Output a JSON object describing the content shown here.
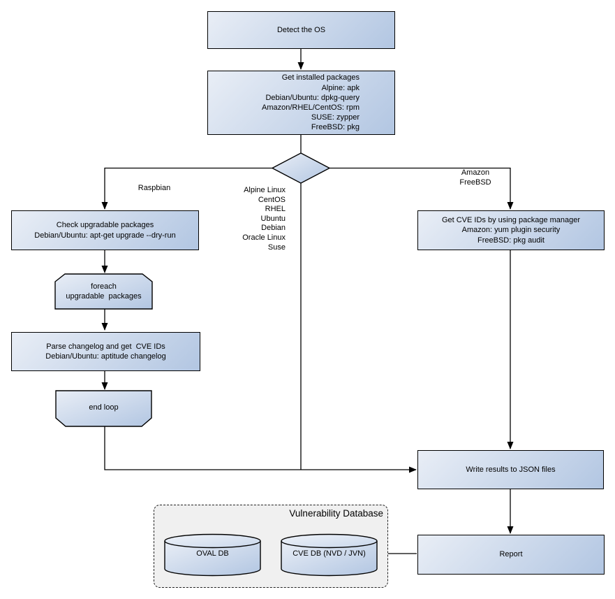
{
  "diagram": {
    "title": "OS package vulnerability scan flowchart",
    "colors": {
      "node_gradient_start": "#e9eef6",
      "node_gradient_end": "#b2c6e2",
      "edge": "#000000",
      "group_fill": "#f0f0f0",
      "background": "#ffffff"
    }
  },
  "nodes": {
    "detect_os": {
      "label": "Detect the OS"
    },
    "get_packages": {
      "lines": [
        "Get installed packages",
        "Alpine: apk",
        "Debian/Ubuntu: dpkg-query",
        "Amazon/RHEL/CentOS: rpm",
        "SUSE: zypper",
        "FreeBSD: pkg"
      ]
    },
    "check_upgradable": {
      "lines": [
        "Check upgradable packages",
        "Debian/Ubuntu: apt-get upgrade --dry-run"
      ]
    },
    "foreach_loop": {
      "lines": [
        "foreach",
        "upgradable  packages"
      ]
    },
    "parse_changelog": {
      "lines": [
        "Parse changelog and get  CVE IDs",
        "Debian/Ubuntu: aptitude changelog"
      ]
    },
    "end_loop": {
      "label": "end loop"
    },
    "get_cve_ids": {
      "lines": [
        "Get CVE IDs by using package manager",
        "Amazon: yum plugin security",
        "FreeBSD: pkg audit"
      ]
    },
    "write_results": {
      "label": "Write results to JSON files"
    },
    "report": {
      "label": "Report"
    },
    "oval_db": {
      "label": "OVAL DB"
    },
    "cve_db": {
      "label": "CVE DB (NVD / JVN)"
    }
  },
  "edge_labels": {
    "raspbian": "Raspbian",
    "amazon_freebsd": [
      "Amazon",
      "FreeBSD"
    ],
    "os_list": [
      "Alpine Linux",
      "CentOS",
      "RHEL",
      "Ubuntu",
      "Debian",
      "Oracle Linux",
      "Suse"
    ]
  },
  "groups": {
    "vuln_db": {
      "title": "Vulnerability Database"
    }
  }
}
